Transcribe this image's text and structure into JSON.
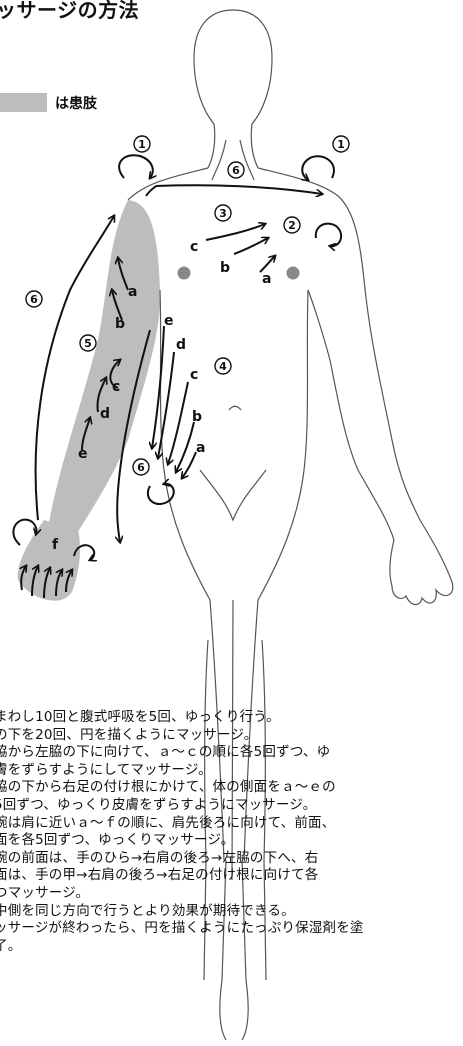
{
  "title": "ッサージの方法",
  "legend": {
    "text": "は患肢",
    "swatch_color": "#bdbdbd"
  },
  "markers": {
    "step1_left": "1",
    "step1_right": "1",
    "step6_neck": "6",
    "step3": "3",
    "step2": "2",
    "step6_arm": "6",
    "step5": "5",
    "step4": "4",
    "step6_hip": "6"
  },
  "labels": {
    "chest": [
      "c",
      "b",
      "a"
    ],
    "arm": [
      "a",
      "b",
      "c",
      "d",
      "e",
      "f"
    ],
    "side": [
      "e",
      "d",
      "c",
      "b",
      "a"
    ]
  },
  "instructions": [
    "まわし10回と腹式呼吸を5回、ゆっくり行う。",
    "の下を20回、円を描くようにマッサージ。",
    "脇から左脇の下に向けて、ａ～ｃの順に各5回ずつ、ゆ",
    "膚をずらすようにしてマッサージ。",
    "脇の下から右足の付け根にかけて、体の側面をａ～ｅの",
    "5回ずつ、ゆっくり皮膚をずらすようにマッサージ。",
    "腕は肩に近いａ～ｆの順に、肩先後ろに向けて、前面、",
    "面を各5回ずつ、ゆっくりマッサージ。",
    "腕の前面は、手のひら→右肩の後ろ→左脇の下へ、右",
    "面は、手の甲→右肩の後ろ→右足の付け根に向けて各",
    "つマッサージ。",
    "中側を同じ方向で行うとより効果が期待できる。",
    "ッサージが終わったら、円を描くようにたっぷり保湿剤を塗",
    "了。"
  ]
}
